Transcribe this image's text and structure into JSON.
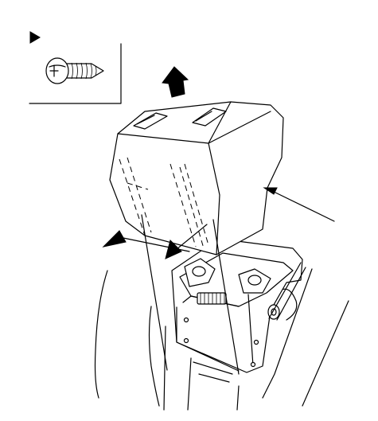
{
  "figure": {
    "kind": "technical-illustration",
    "subject": "armrest-console-removal",
    "line_color": "#000000",
    "background": "#ffffff"
  },
  "icons": {
    "legend_marker": "filled-triangle-pointer",
    "fastener": "tapping-screw",
    "direction": "upward-arrow",
    "callouts": "filled-arrowhead"
  }
}
